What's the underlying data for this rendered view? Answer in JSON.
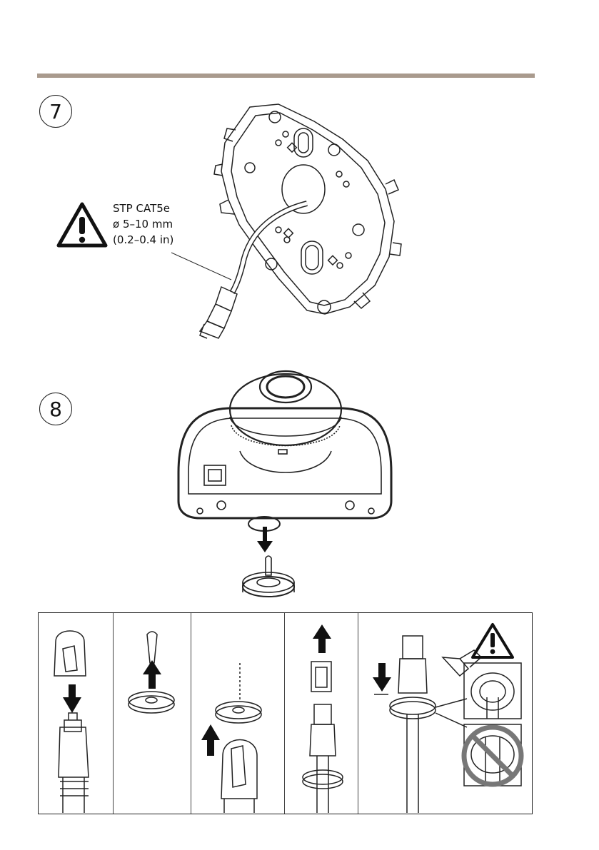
{
  "steps": [
    {
      "number": "7"
    },
    {
      "number": "8"
    }
  ],
  "cable_spec": {
    "cable_type": "STP CAT5e",
    "diameter_mm": "ø 5–10 mm",
    "diameter_in": "(0.2–0.4 in)"
  },
  "icons": [
    "warning-triangle-icon",
    "down-arrow-icon",
    "up-arrow-icon",
    "no-sign-icon"
  ],
  "colors": {
    "rule": "#a99a8d",
    "line": "#222222",
    "no_sign": "#777777"
  }
}
